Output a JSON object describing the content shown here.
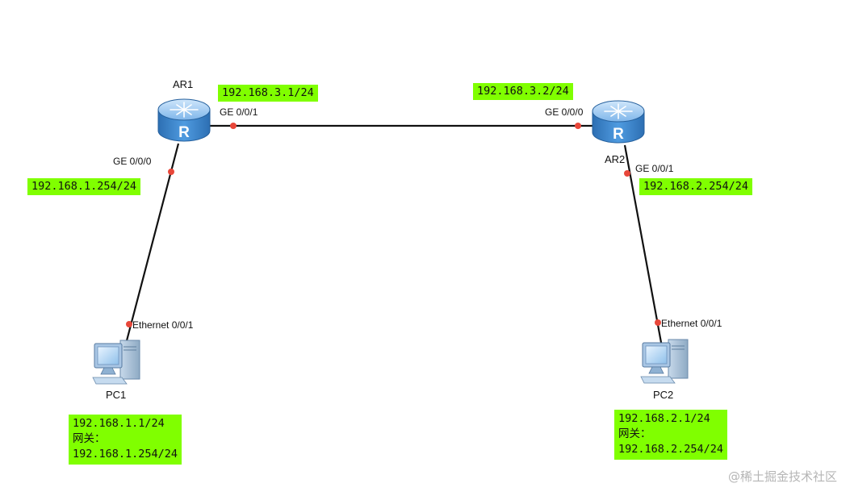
{
  "devices": {
    "ar1": {
      "name": "AR1"
    },
    "ar2": {
      "name": "AR2"
    },
    "pc1": {
      "name": "PC1"
    },
    "pc2": {
      "name": "PC2"
    }
  },
  "interfaces": {
    "ar1_ge001": "GE 0/0/1",
    "ar1_ge000": "GE 0/0/0",
    "ar2_ge000": "GE 0/0/0",
    "ar2_ge001": "GE 0/0/1",
    "pc1_eth": "Ethernet 0/0/1",
    "pc2_eth": "Ethernet 0/0/1"
  },
  "ip_labels": {
    "ar1_ge001": "192.168.3.1/24",
    "ar2_ge000": "192.168.3.2/24",
    "ar1_ge000": "192.168.1.254/24",
    "ar2_ge001": "192.168.2.254/24",
    "pc1": {
      "ip": "192.168.1.1/24",
      "gateway_label": "网关：",
      "gateway": "192.168.1.254/24"
    },
    "pc2": {
      "ip": "192.168.2.1/24",
      "gateway_label": "网关：",
      "gateway": "192.168.2.254/24"
    }
  },
  "links": [
    {
      "from": "AR1",
      "to": "AR2"
    },
    {
      "from": "AR1",
      "to": "PC1"
    },
    {
      "from": "AR2",
      "to": "PC2"
    }
  ],
  "colors": {
    "ip_label_bg": "#80ff00",
    "port_dot": "#e8473a",
    "link": "#111111",
    "router_body": "#3f8fd6"
  },
  "icons": {
    "router": "router-icon",
    "pc": "pc-icon"
  },
  "watermark": "@稀土掘金技术社区"
}
